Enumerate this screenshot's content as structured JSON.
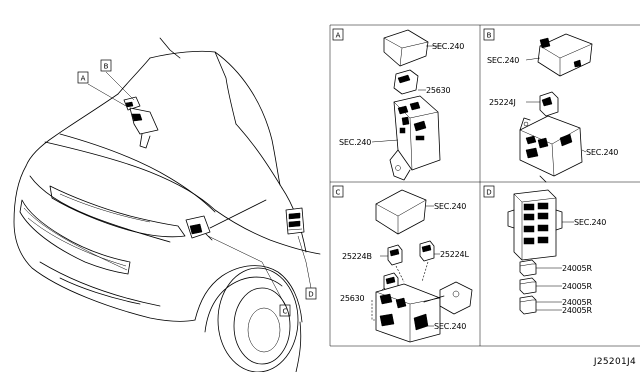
{
  "labels": {
    "overview_tags": [
      "A",
      "B",
      "C",
      "D"
    ],
    "panel_a": {
      "tag": "A",
      "sec_top": "SEC.240",
      "part": "25630",
      "sec_bottom": "SEC.240"
    },
    "panel_b": {
      "tag": "B",
      "sec_top": "SEC.240",
      "part": "25224J",
      "sec_bottom": "SEC.240"
    },
    "panel_c": {
      "tag": "C",
      "sec_top": "SEC.240",
      "part_left": "25224B",
      "part_right": "25224L",
      "part_bottom": "25630",
      "sec_bottom": "SEC.240"
    },
    "panel_d": {
      "tag": "D",
      "sec": "SEC.240",
      "relays": [
        "24005R",
        "24005R",
        "24005R",
        "24005R"
      ]
    }
  },
  "diagram_code": "J25201J4"
}
